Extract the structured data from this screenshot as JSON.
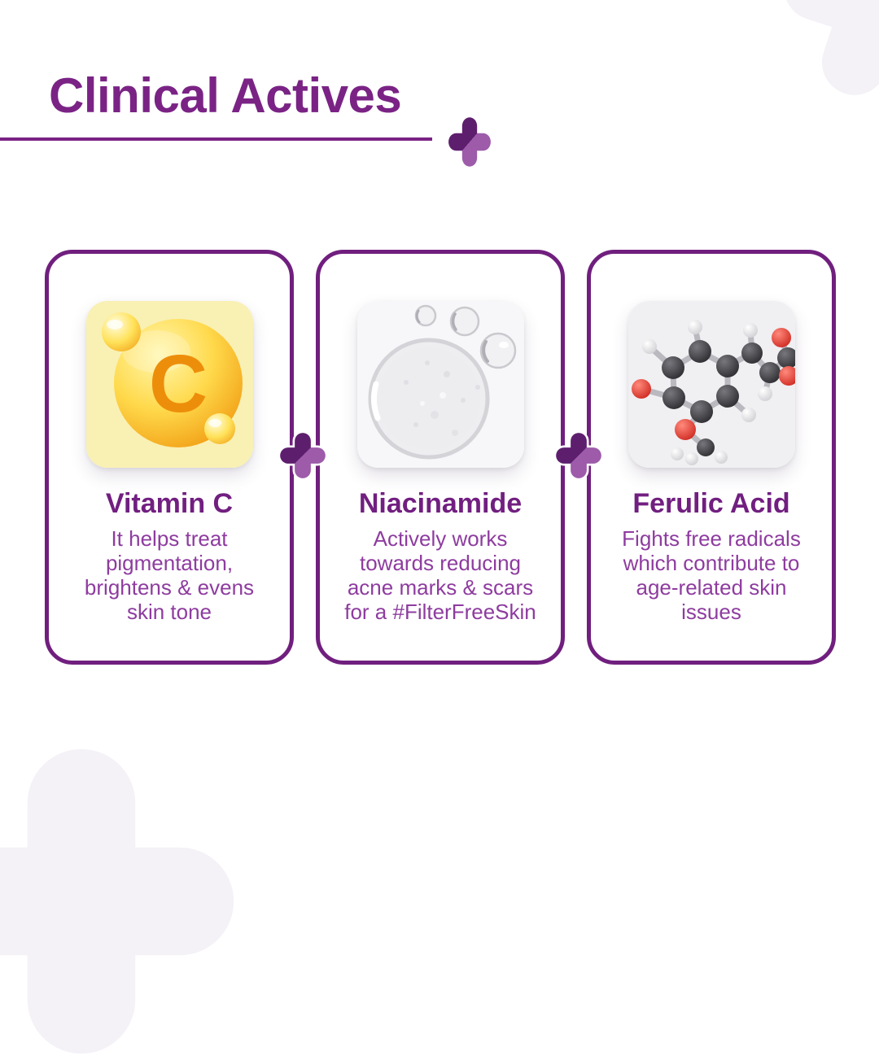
{
  "header": {
    "title": "Clinical Actives"
  },
  "cards": [
    {
      "title": "Vitamin C",
      "lines": [
        "It helps treat",
        "pigmentation,",
        "brightens & evens",
        "skin tone"
      ],
      "image": "vitamin-c-illustration"
    },
    {
      "title": "Niacinamide",
      "lines": [
        "Actively works",
        "towards reducing",
        "acne marks & scars",
        "for a #FilterFreeSkin"
      ],
      "image": "niacinamide-droplets-illustration"
    },
    {
      "title": "Ferulic Acid",
      "lines": [
        "Fights free radicals",
        "which contribute to",
        "age-related skin",
        "issues"
      ],
      "image": "ferulic-acid-molecule-illustration"
    }
  ],
  "icons": {
    "header_plus": "plus-cross-icon",
    "card_connector": "plus-cross-icon",
    "corner_decoration": "plus-cross-shape"
  },
  "colors": {
    "title": "#7A2385",
    "card_border": "#701F7E",
    "card_heading": "#711F80",
    "body_text": "#8E3C9F",
    "cross_dark": "#5E1E6E",
    "cross_light": "#9D5BAA",
    "corner_shape": "#F4F1F7",
    "vitamin_c_yellow": "#FFD94B",
    "vitamin_c_orange": "#ED8E0B"
  }
}
